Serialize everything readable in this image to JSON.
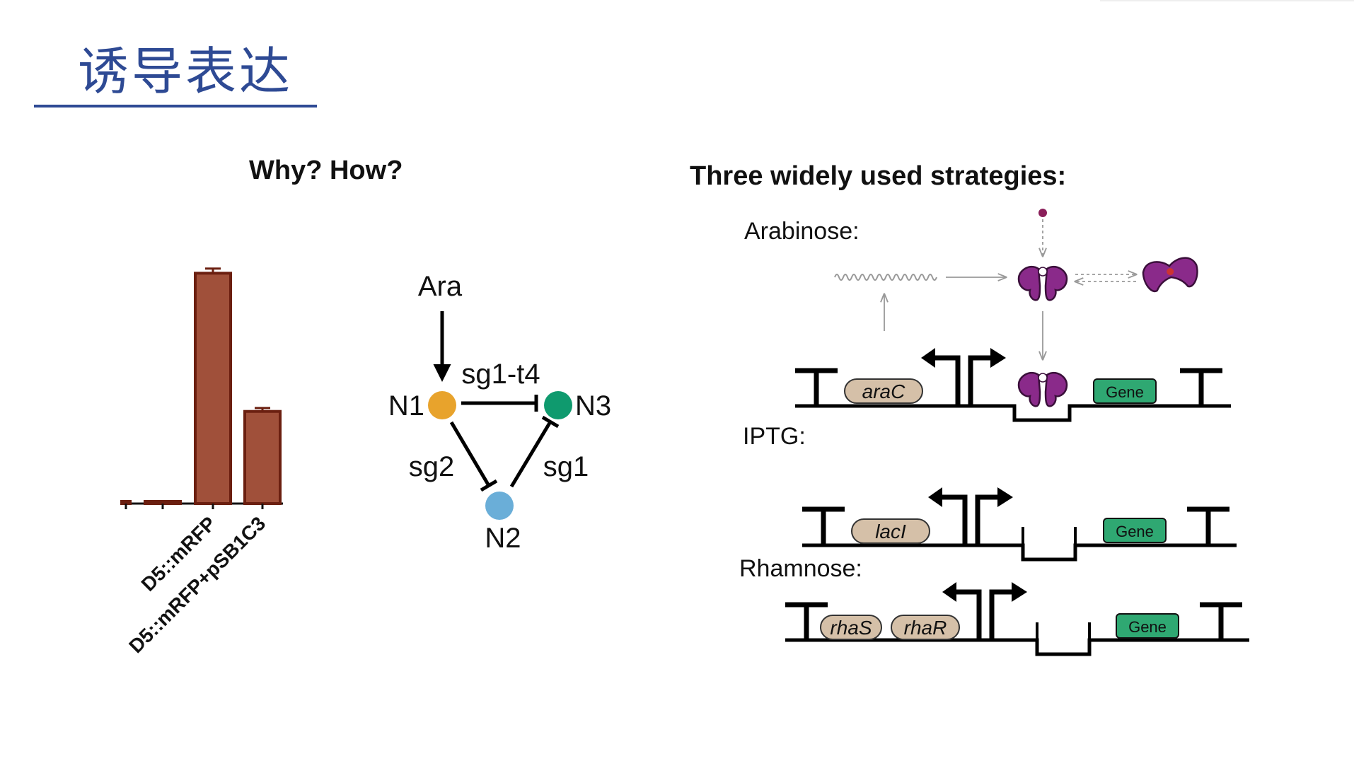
{
  "page": {
    "title": "诱导表达"
  },
  "left_panel": {
    "heading": "Why? How?"
  },
  "right_panel": {
    "heading": "Three widely used strategies:",
    "strategies": [
      {
        "label": "Arabinose:",
        "genes": [
          "araC"
        ],
        "output": "Gene"
      },
      {
        "label": "IPTG:",
        "genes": [
          "lacI"
        ],
        "output": "Gene"
      },
      {
        "label": "Rhamnose:",
        "genes": [
          "rhaS",
          "rhaR"
        ],
        "output": "Gene"
      }
    ]
  },
  "network": {
    "input": "Ara",
    "nodes": [
      {
        "id": "N1",
        "label": "N1",
        "color": "#e8a32c"
      },
      {
        "id": "N2",
        "label": "N2",
        "color": "#6aaed8"
      },
      {
        "id": "N3",
        "label": "N3",
        "color": "#0f9a6e"
      }
    ],
    "edges": [
      {
        "from": "N1",
        "to": "N3",
        "label": "sg1-t4",
        "type": "repress"
      },
      {
        "from": "N1",
        "to": "N2",
        "label": "sg2",
        "type": "repress"
      },
      {
        "from": "N2",
        "to": "N3",
        "label": "sg1",
        "type": "repress"
      }
    ]
  },
  "chart_data": {
    "type": "bar",
    "categories": [
      "",
      "",
      "D5::mRFP",
      "D5::mRFP+pSB1C3"
    ],
    "values": [
      0.9,
      0.45,
      100,
      40
    ],
    "errors": [
      0,
      0,
      2,
      1.5
    ],
    "ylim": [
      0,
      105
    ],
    "bar_color": "#a0503a",
    "edge_color": "#6b1f10"
  },
  "colors": {
    "title": "#2e4a94",
    "gene_pill": "#d5c0a8",
    "gene_green": "#2fa872",
    "protein": "#8a2a8a"
  }
}
